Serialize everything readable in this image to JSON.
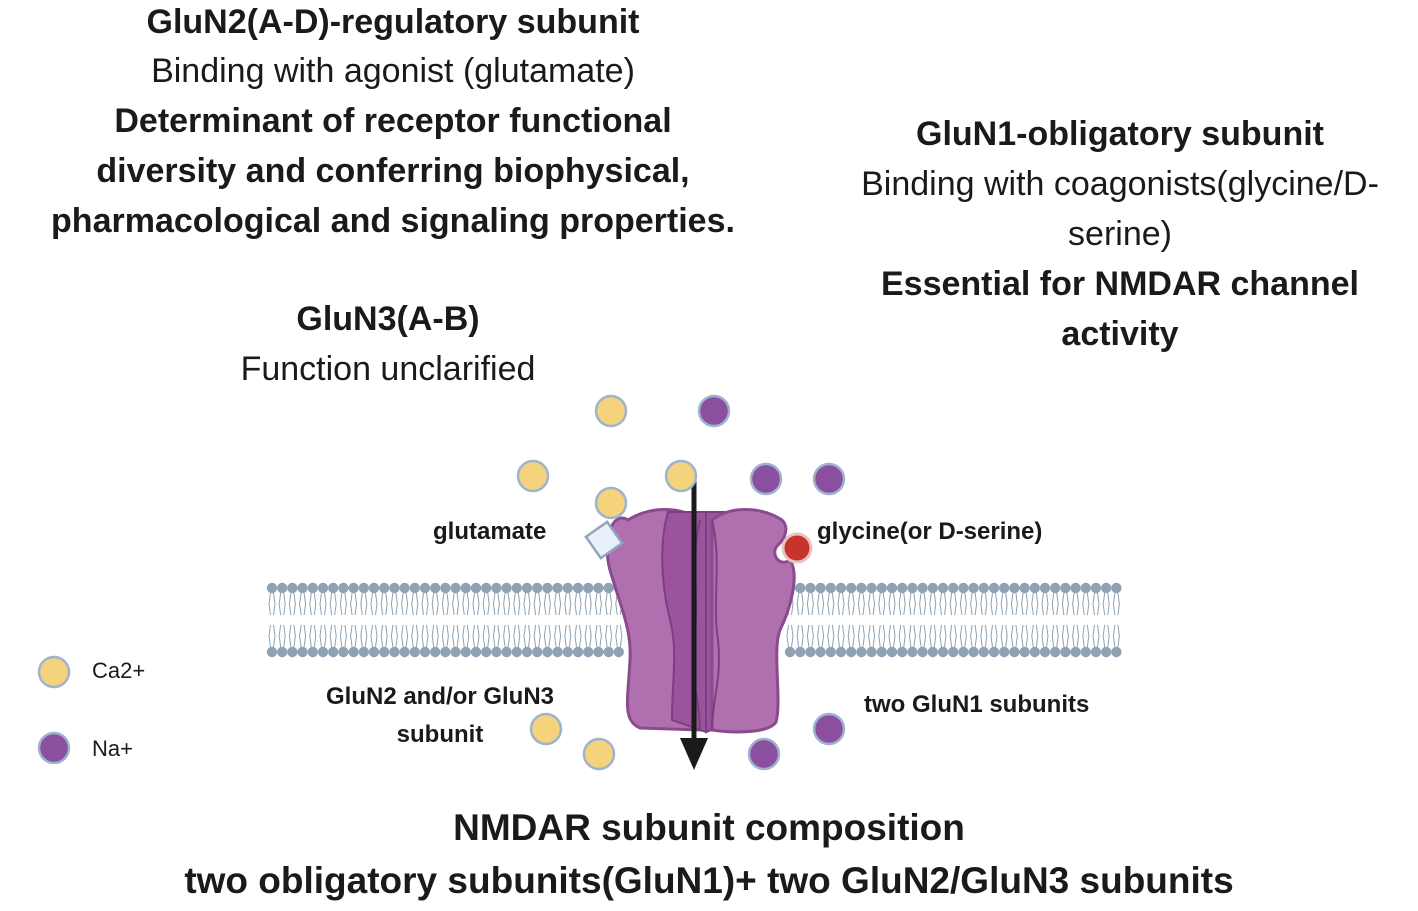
{
  "glun2": {
    "title": "GluN2(A-D)-regulatory subunit",
    "line1": "Binding with agonist (glutamate)",
    "line2": "Determinant of receptor functional",
    "line3": "diversity and conferring biophysical,",
    "line4": "pharmacological and signaling properties."
  },
  "glun1": {
    "title": "GluN1-obligatory subunit",
    "line1": "Binding with coagonists(glycine/D-",
    "line2": "serine)",
    "line3": "Essential for NMDAR channel",
    "line4": "activity"
  },
  "glun3": {
    "title": "GluN3(A-B)",
    "line1": "Function unclarified"
  },
  "labels": {
    "glutamate": "glutamate",
    "glycine": "glycine(or D-serine)",
    "glun2_sub_line1": "GluN2 and/or GluN3",
    "glun2_sub_line2": "subunit",
    "glun1_sub": "two GluN1 subunits"
  },
  "legend": {
    "ca": "Ca2+",
    "na": "Na+"
  },
  "caption": {
    "line1": "NMDAR subunit composition",
    "line2": "two obligatory subunits(GluN1)+ two GluN2/GluN3 subunits"
  },
  "colors": {
    "ca_fill": "#f5d27c",
    "na_fill": "#8a4f9e",
    "ion_stroke": "#9fb3cf",
    "receptor_fill": "#b070b0",
    "receptor_dark": "#8e4a94",
    "lipid": "#8fa2b4",
    "glycine_fill": "#c8342b"
  }
}
